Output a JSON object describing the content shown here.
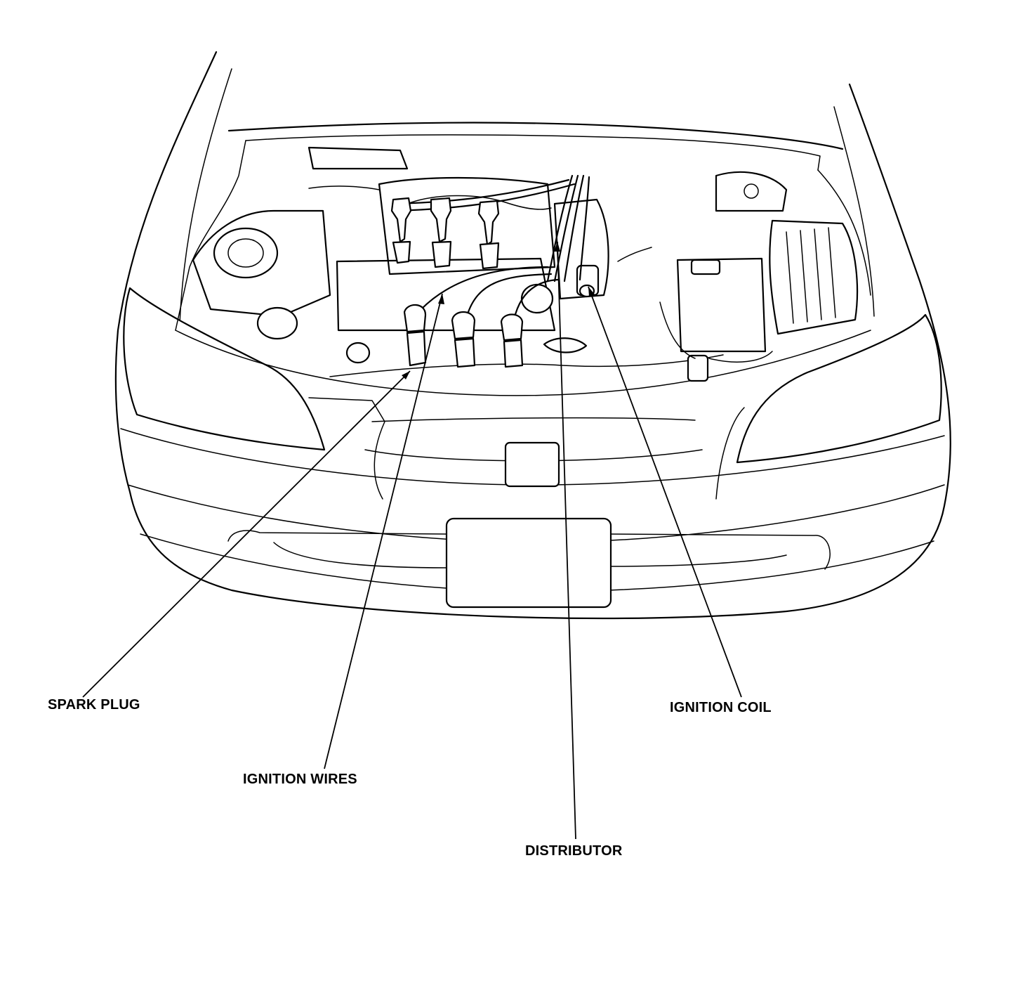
{
  "labels": {
    "spark_plug": "SPARK PLUG",
    "ignition_wires": "IGNITION WIRES",
    "distributor": "DISTRIBUTOR",
    "ignition_coil": "IGNITION COIL"
  },
  "colors": {
    "line": "#000000",
    "background": "#ffffff"
  }
}
